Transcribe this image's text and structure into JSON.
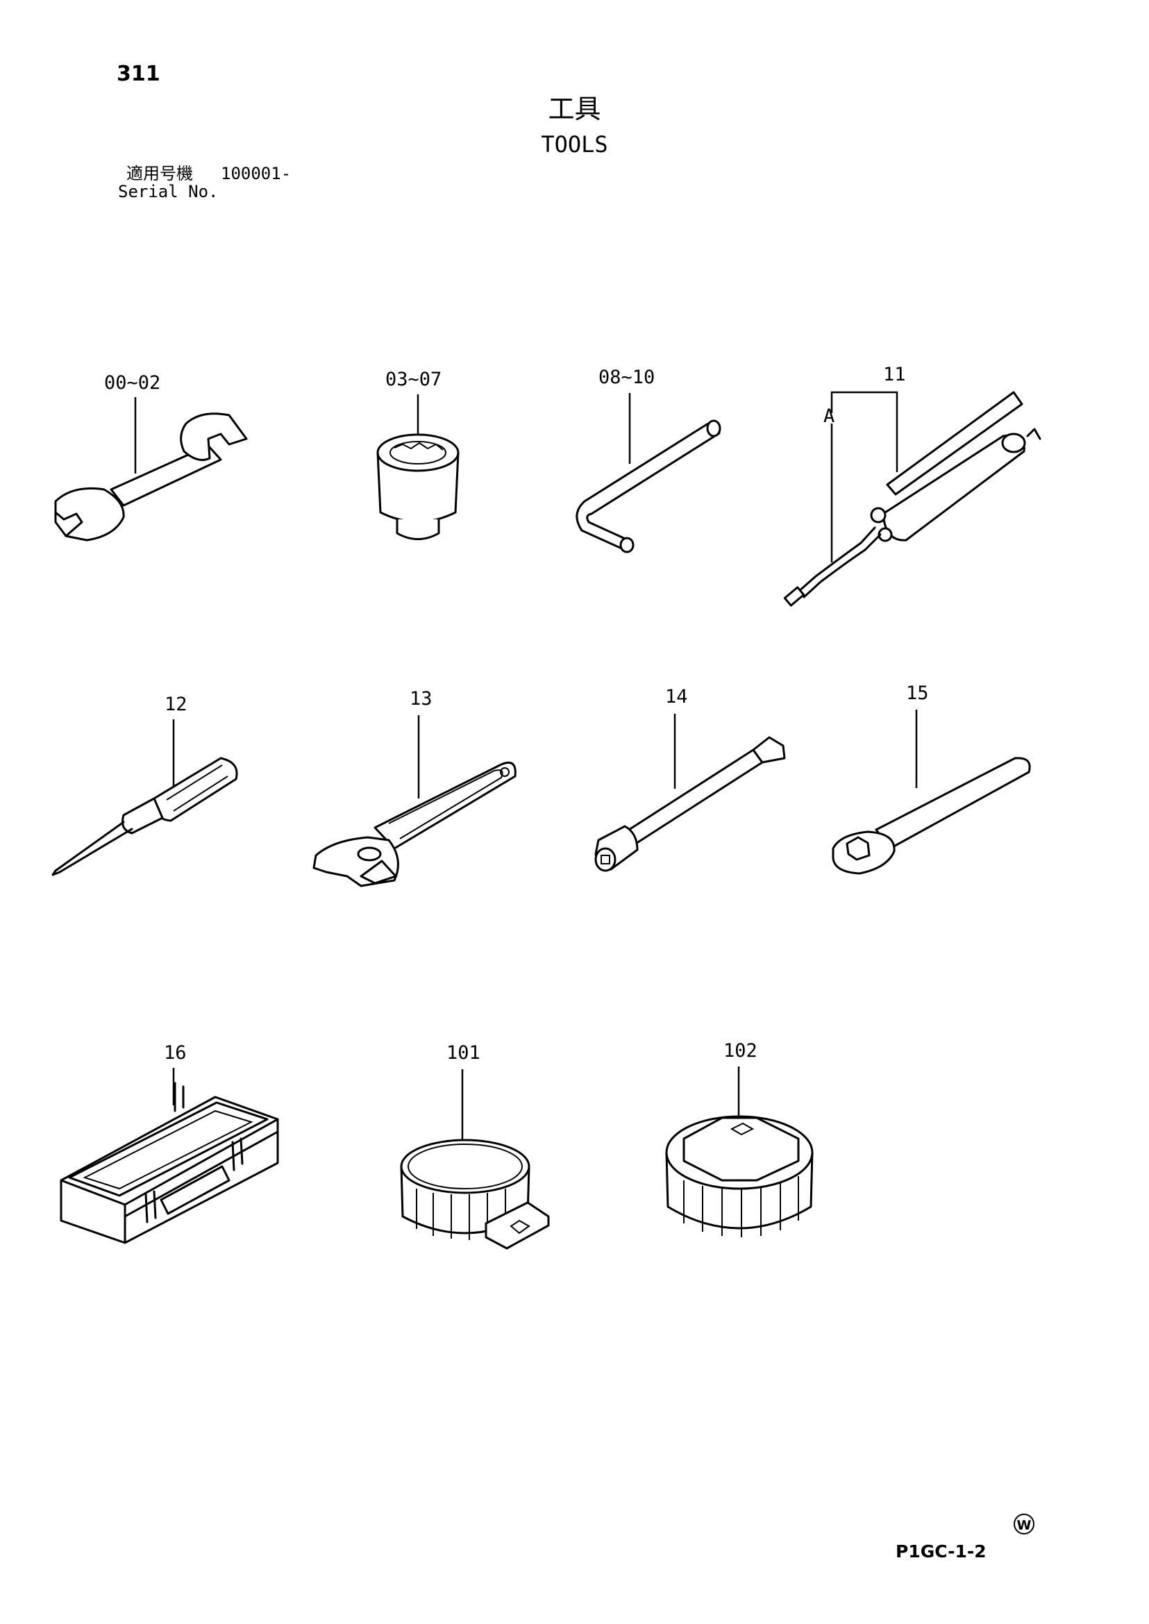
{
  "page": {
    "number": "311",
    "title_jp": "工具",
    "title_en": "TOOLS",
    "serial_label_jp": "適用号機",
    "serial_value": "100001-",
    "serial_label_en": "Serial No.",
    "drawing_code": "P1GC-1-2",
    "mark": "W"
  },
  "callouts": [
    {
      "id": "wrench",
      "label": "00~02"
    },
    {
      "id": "socket",
      "label": "03~07"
    },
    {
      "id": "hex-key",
      "label": "08~10"
    },
    {
      "id": "grease-gun",
      "label": "11",
      "sub_label": "A"
    },
    {
      "id": "screwdriver",
      "label": "12"
    },
    {
      "id": "adjustable-wrench",
      "label": "13"
    },
    {
      "id": "extension-bar",
      "label": "14"
    },
    {
      "id": "ratchet-handle",
      "label": "15"
    },
    {
      "id": "tool-box",
      "label": "16"
    },
    {
      "id": "filter-wrench-band",
      "label": "101"
    },
    {
      "id": "filter-wrench-cap",
      "label": "102"
    }
  ]
}
